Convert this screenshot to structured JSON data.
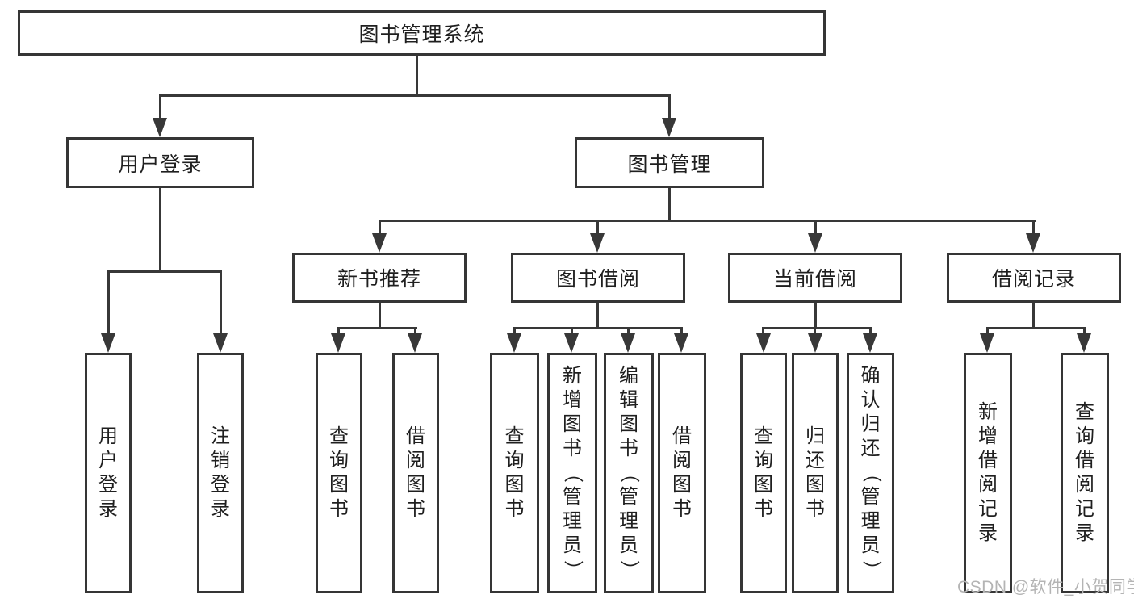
{
  "tree": {
    "label": "图书管理系统",
    "children": [
      {
        "label": "用户登录",
        "children": [
          {
            "label": "用户登录"
          },
          {
            "label": "注销登录"
          }
        ]
      },
      {
        "label": "图书管理",
        "children": [
          {
            "label": "新书推荐",
            "children": [
              {
                "label": "查询图书"
              },
              {
                "label": "借阅图书"
              }
            ]
          },
          {
            "label": "图书借阅",
            "children": [
              {
                "label": "查询图书"
              },
              {
                "label": "新增图书（管理员）"
              },
              {
                "label": "编辑图书（管理员）"
              },
              {
                "label": "借阅图书"
              }
            ]
          },
          {
            "label": "当前借阅",
            "children": [
              {
                "label": "查询图书"
              },
              {
                "label": "归还图书"
              },
              {
                "label": "确认归还（管理员）"
              }
            ]
          },
          {
            "label": "借阅记录",
            "children": [
              {
                "label": "新增借阅记录"
              },
              {
                "label": "查询借阅记录"
              }
            ]
          }
        ]
      }
    ]
  },
  "watermark": "CSDN @软件_小贺同学",
  "colors": {
    "line": "#383838",
    "box_border": "#353535",
    "text": "#1f1f1f",
    "watermark": "#b4b4b4",
    "background": "#ffffff"
  }
}
